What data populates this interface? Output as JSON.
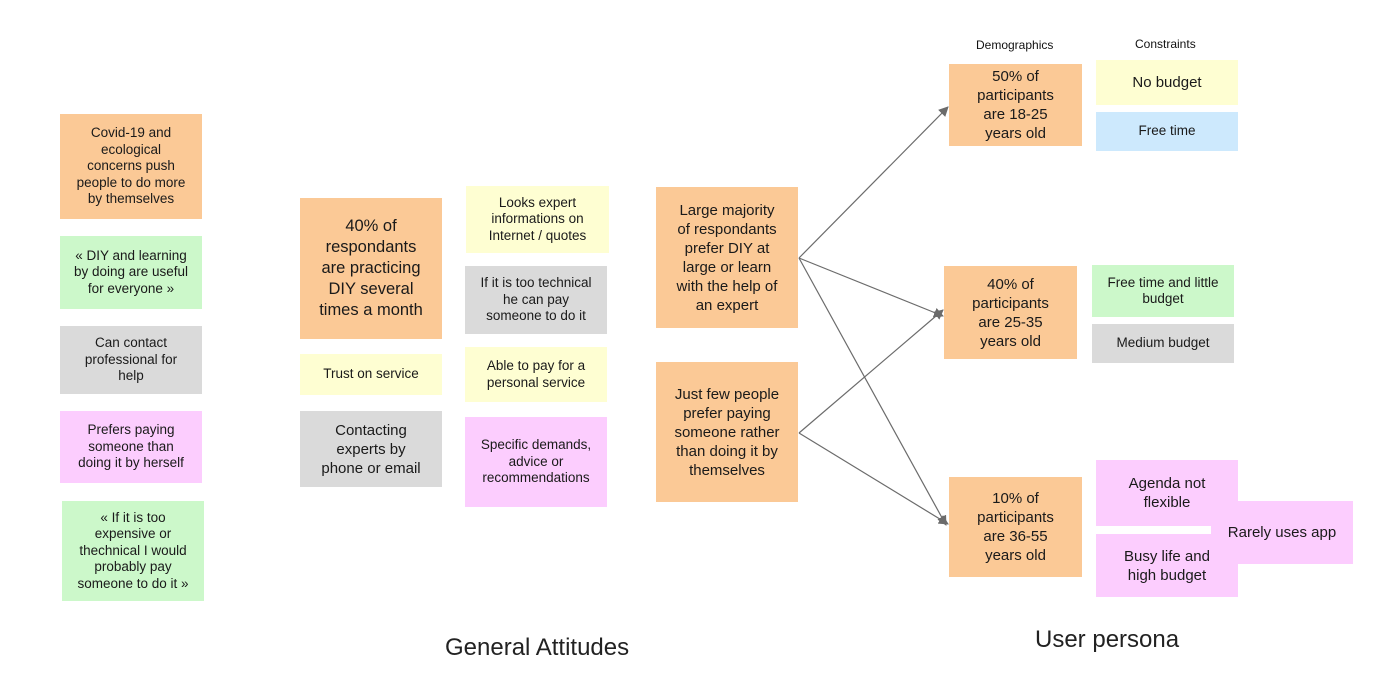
{
  "headings": {
    "demographics": "Demographics",
    "constraints": "Constraints"
  },
  "section_titles": {
    "general_attitudes": "General Attitudes",
    "user_persona": "User persona"
  },
  "column1": [
    {
      "text": "Covid-19 and\necological\nconcerns push\npeople to do more\nby themselves",
      "color": "orange"
    },
    {
      "text": "« DIY and learning\nby doing are useful\nfor everyone »",
      "color": "green"
    },
    {
      "text": "Can contact\nprofessional for\nhelp",
      "color": "gray"
    },
    {
      "text": "Prefers paying\nsomeone than\ndoing it by herself",
      "color": "pink"
    },
    {
      "text": "« If it is too\nexpensive or\nthechnical I would\nprobably pay\nsomeone to do it »",
      "color": "green"
    }
  ],
  "column2": [
    {
      "text": "40% of\nrespondants\nare practicing\nDIY several\ntimes a month",
      "color": "orange"
    },
    {
      "text": "Trust on service",
      "color": "yellow"
    },
    {
      "text": "Contacting\nexperts by\nphone or email",
      "color": "gray"
    }
  ],
  "column3": [
    {
      "text": "Looks expert\ninformations on\nInternet / quotes",
      "color": "yellow"
    },
    {
      "text": "If it is too technical\nhe can pay\nsomeone to do it",
      "color": "gray"
    },
    {
      "text": "Able to pay for a\npersonal service",
      "color": "yellow"
    },
    {
      "text": "Specific demands,\nadvice or\nrecommendations",
      "color": "pink"
    }
  ],
  "preferences": [
    {
      "text": "Large majority\nof  respondants\nprefer DIY at\nlarge or learn\nwith the help of\nan expert",
      "color": "orange"
    },
    {
      "text": "Just few people\nprefer paying\nsomeone rather\nthan doing it by\nthemselves",
      "color": "orange"
    }
  ],
  "demographics": [
    {
      "text": "50% of\nparticipants\nare 18-25\nyears old",
      "color": "orange"
    },
    {
      "text": "40% of\nparticipants\nare 25-35\nyears old",
      "color": "orange"
    },
    {
      "text": "10% of\nparticipants\nare 36-55\nyears old",
      "color": "orange"
    }
  ],
  "constraints": [
    {
      "text": "No budget",
      "color": "yellow"
    },
    {
      "text": "Free time",
      "color": "blue"
    },
    {
      "text": "Free time and little\nbudget",
      "color": "green"
    },
    {
      "text": "Medium budget",
      "color": "gray"
    },
    {
      "text": "Agenda not\nflexible",
      "color": "pink"
    },
    {
      "text": "Busy life and\nhigh budget",
      "color": "pink"
    },
    {
      "text": "Rarely uses app",
      "color": "pink"
    }
  ],
  "colors": {
    "orange": "#fbc996",
    "green": "#ccf8ca",
    "gray": "#dadada",
    "pink": "#fccdfe",
    "yellow": "#fefed2",
    "blue": "#cde9fd",
    "arrow": "#6b6b6b"
  }
}
